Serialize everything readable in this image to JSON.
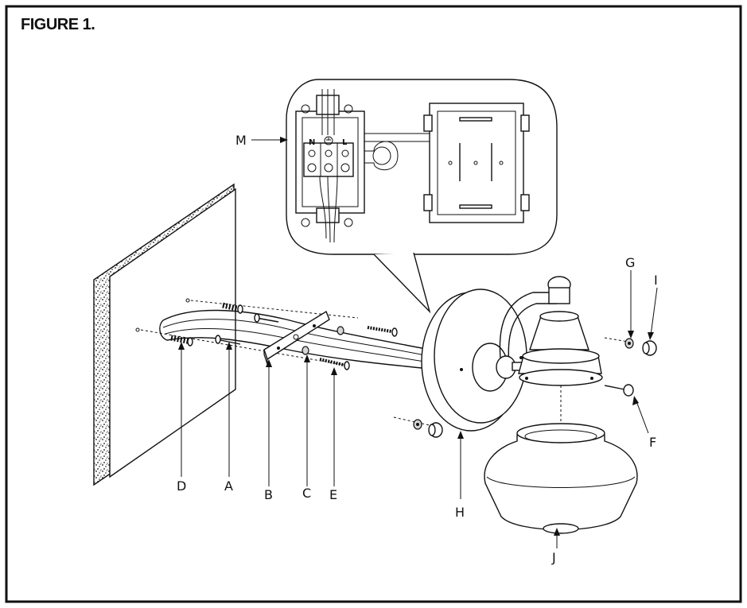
{
  "figure": {
    "title": "FIGURE 1."
  },
  "callouts": {
    "A": "A",
    "B": "B",
    "C": "C",
    "D": "D",
    "E": "E",
    "F": "F",
    "G": "G",
    "H": "H",
    "I": "I",
    "J": "J",
    "M": "M"
  },
  "terminal_labels": {
    "neutral": "N",
    "live": "L"
  },
  "colors": {
    "line": "#111111",
    "background": "#ffffff"
  }
}
